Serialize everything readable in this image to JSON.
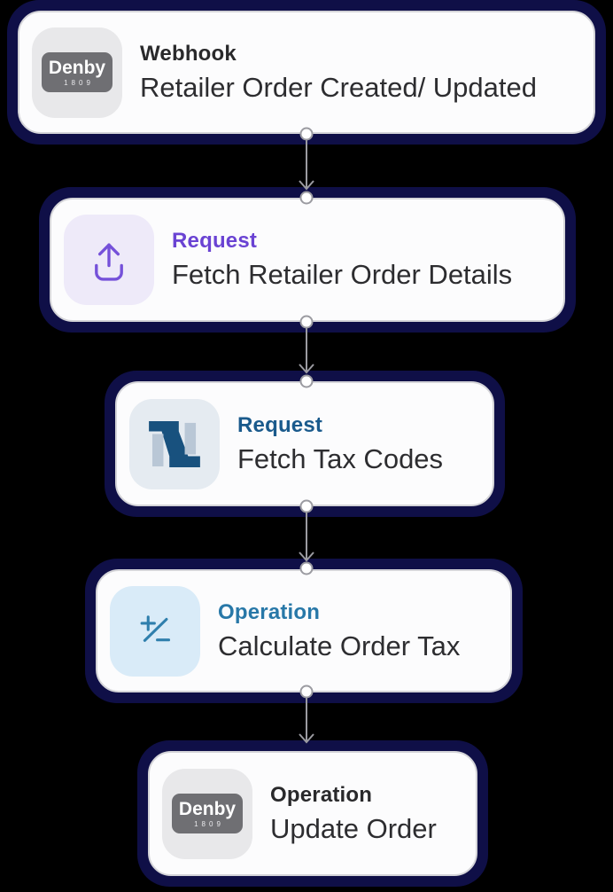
{
  "workflow": {
    "steps": [
      {
        "type_label": "Webhook",
        "title": "Retailer Order Created/ Updated",
        "icon": "denby-logo",
        "icon_bg": "#E8E8EA",
        "label_color": "#29292B"
      },
      {
        "type_label": "Request",
        "title": "Fetch Retailer Order Details",
        "icon": "upload-icon",
        "icon_bg": "#EEEAF9",
        "label_color": "#6A43D3"
      },
      {
        "type_label": "Request",
        "title": "Fetch Tax Codes",
        "icon": "netsuite-logo",
        "icon_bg": "#E5EBF1",
        "label_color": "#1A5A8C"
      },
      {
        "type_label": "Operation",
        "title": "Calculate Order Tax",
        "icon": "calculator-icon",
        "icon_bg": "#D9EBF8",
        "label_color": "#2878A8"
      },
      {
        "type_label": "Operation",
        "title": "Update Order",
        "icon": "denby-logo",
        "icon_bg": "#E8E8EA",
        "label_color": "#29292B"
      }
    ],
    "denby": {
      "brand": "Denby",
      "year": "1809"
    }
  },
  "colors": {
    "background": "#000000",
    "card_outline_navy": "#0F0F47",
    "card_bg": "#FCFCFD",
    "card_border": "#D4D4D8",
    "connector_gray": "#9B9BA1",
    "title_text": "#2D2D30",
    "label_dark": "#29292B",
    "label_purple": "#6A43D3",
    "label_blue": "#1A5A8C",
    "label_teal": "#2878A8",
    "denby_badge_gray": "#6F6F73",
    "netsuite_dark_blue": "#18517E",
    "netsuite_light_blue": "#B9C7D6",
    "upload_icon_purple": "#7551D9",
    "calculator_icon_teal": "#2F7FAD"
  }
}
